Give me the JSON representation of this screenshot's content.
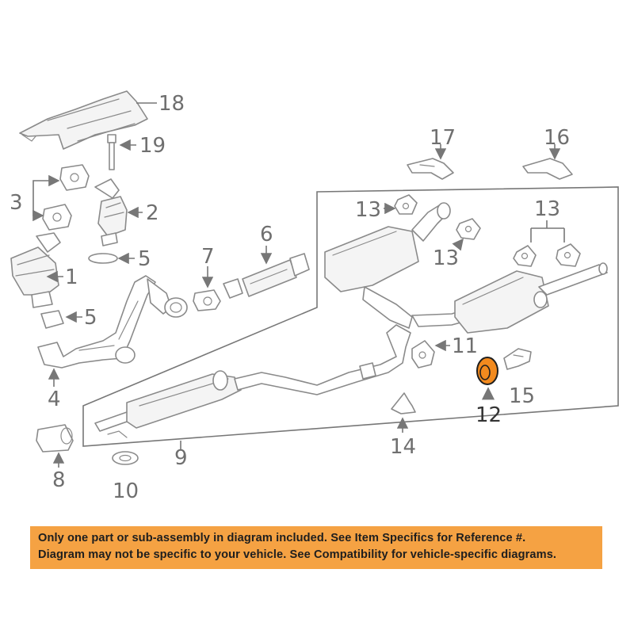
{
  "callouts": {
    "c1": "1",
    "c2": "2",
    "c3": "3",
    "c4": "4",
    "c5a": "5",
    "c5b": "5",
    "c6": "6",
    "c7": "7",
    "c8": "8",
    "c9": "9",
    "c10": "10",
    "c11": "11",
    "c12": "12",
    "c13a": "13",
    "c13b": "13",
    "c13c": "13",
    "c14": "14",
    "c15": "15",
    "c16": "16",
    "c17": "17",
    "c18": "18",
    "c19": "19"
  },
  "highlighted_part": "12",
  "colors": {
    "highlight": "#f28a1e",
    "banner": "#f5a243",
    "line": "#8a8a8a"
  },
  "banner": {
    "line1": "Only one part or sub-assembly in diagram included. See Item Specifics for Reference #.",
    "line2": "Diagram may not be specific to your vehicle. See Compatibility for vehicle-specific diagrams."
  }
}
